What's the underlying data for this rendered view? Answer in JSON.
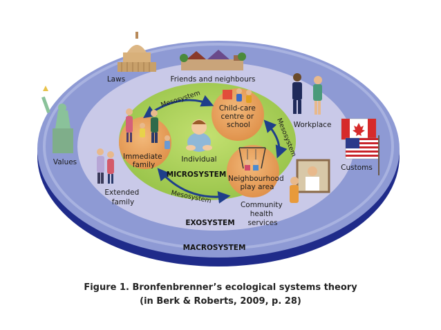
{
  "caption": {
    "line1": "Figure 1. Bronfenbrenner’s ecological systems theory",
    "line2": "(in Berk & Roberts, 2009, p. 28)"
  },
  "systems": {
    "macro": "MACROSYSTEM",
    "exo": "EXOSYSTEM",
    "micro": "MICROSYSTEM",
    "meso": "Mesosystem"
  },
  "micro_items": {
    "individual": "Individual",
    "family": [
      "Immediate",
      "family"
    ],
    "childcare": [
      "Child-care",
      "centre or",
      "school"
    ],
    "play": [
      "Neighbourhood",
      "play area"
    ]
  },
  "exo_items": {
    "friends": "Friends and neighbours",
    "workplace": "Workplace",
    "community": [
      "Community",
      "health",
      "services"
    ],
    "extended": [
      "Extended",
      "family"
    ]
  },
  "macro_items": {
    "laws": "Laws",
    "values": "Values",
    "customs": "Customs"
  },
  "icons": [
    "capitol-icon",
    "statue-of-liberty-icon",
    "houses-icon",
    "business-people-icon",
    "flag-canada-icon",
    "flag-usa-icon",
    "doctor-icon",
    "children-icon",
    "family-icon",
    "playground-icon"
  ],
  "colors": {
    "macro": "#8e9ad4",
    "macro_rim": "#1f2b8a",
    "exo": "#c9c9e8",
    "micro": "#a7cf56",
    "node": "#e7a25e",
    "arrow": "#1f3f8a"
  }
}
